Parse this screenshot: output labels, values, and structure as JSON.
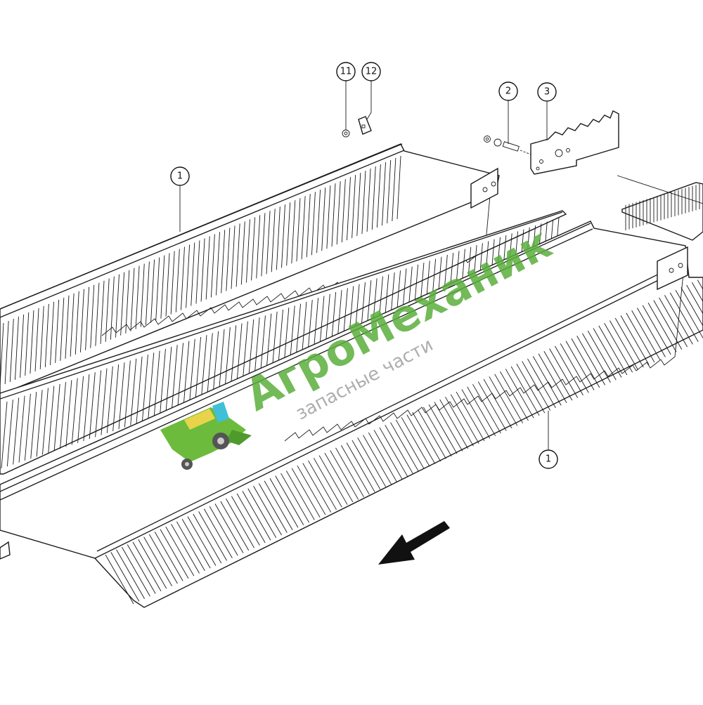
{
  "callouts": [
    {
      "id": "callout-11",
      "label": "11"
    },
    {
      "id": "callout-12",
      "label": "12"
    },
    {
      "id": "callout-2",
      "label": "2"
    },
    {
      "id": "callout-3",
      "label": "3"
    },
    {
      "id": "callout-1-top",
      "label": "1"
    },
    {
      "id": "callout-1-bottom",
      "label": "1"
    }
  ],
  "watermark": {
    "brand": "АгроМеханик",
    "tagline": "запасные части"
  },
  "colors": {
    "line": "#1a1a1a",
    "watermark_green": "#5aae3c",
    "watermark_gray": "#9a9a9a",
    "logo_yellow": "#e8d44a",
    "logo_cyan": "#3fc0d8"
  },
  "icons": {
    "direction_arrow": "arrow-down-left-icon",
    "logo": "combine-harvester-icon"
  }
}
